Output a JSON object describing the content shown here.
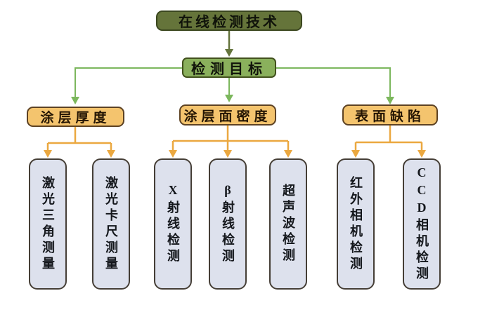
{
  "colors": {
    "bg": "#ffffff",
    "root_fill": "#65743a",
    "root_border": "#3b471f",
    "target_fill": "#8ab05c",
    "target_border": "#42511d",
    "cat_fill": "#f4c46e",
    "cat_border": "#5d4223",
    "cat_text": "#241503",
    "leaf_fill": "#dde1ed",
    "leaf_border": "#453e36",
    "leaf_text": "#14171c",
    "dark_text": "#10130a",
    "dark_green": "#64743c",
    "green_line": "#7cb75d",
    "orange_line": "#eba840"
  },
  "tree": {
    "root": {
      "label": "在线检测技术"
    },
    "target": {
      "label": "检测目标"
    },
    "categories": [
      {
        "label": "涂层厚度",
        "children": [
          "激光三角测量",
          "激光卡尺测量"
        ]
      },
      {
        "label": "涂层面密度",
        "children": [
          "X射线检测",
          "β射线检测",
          "超声波检测"
        ]
      },
      {
        "label": "表面缺陷",
        "children": [
          "红外相机检测",
          "CCD相机检测"
        ]
      }
    ]
  }
}
